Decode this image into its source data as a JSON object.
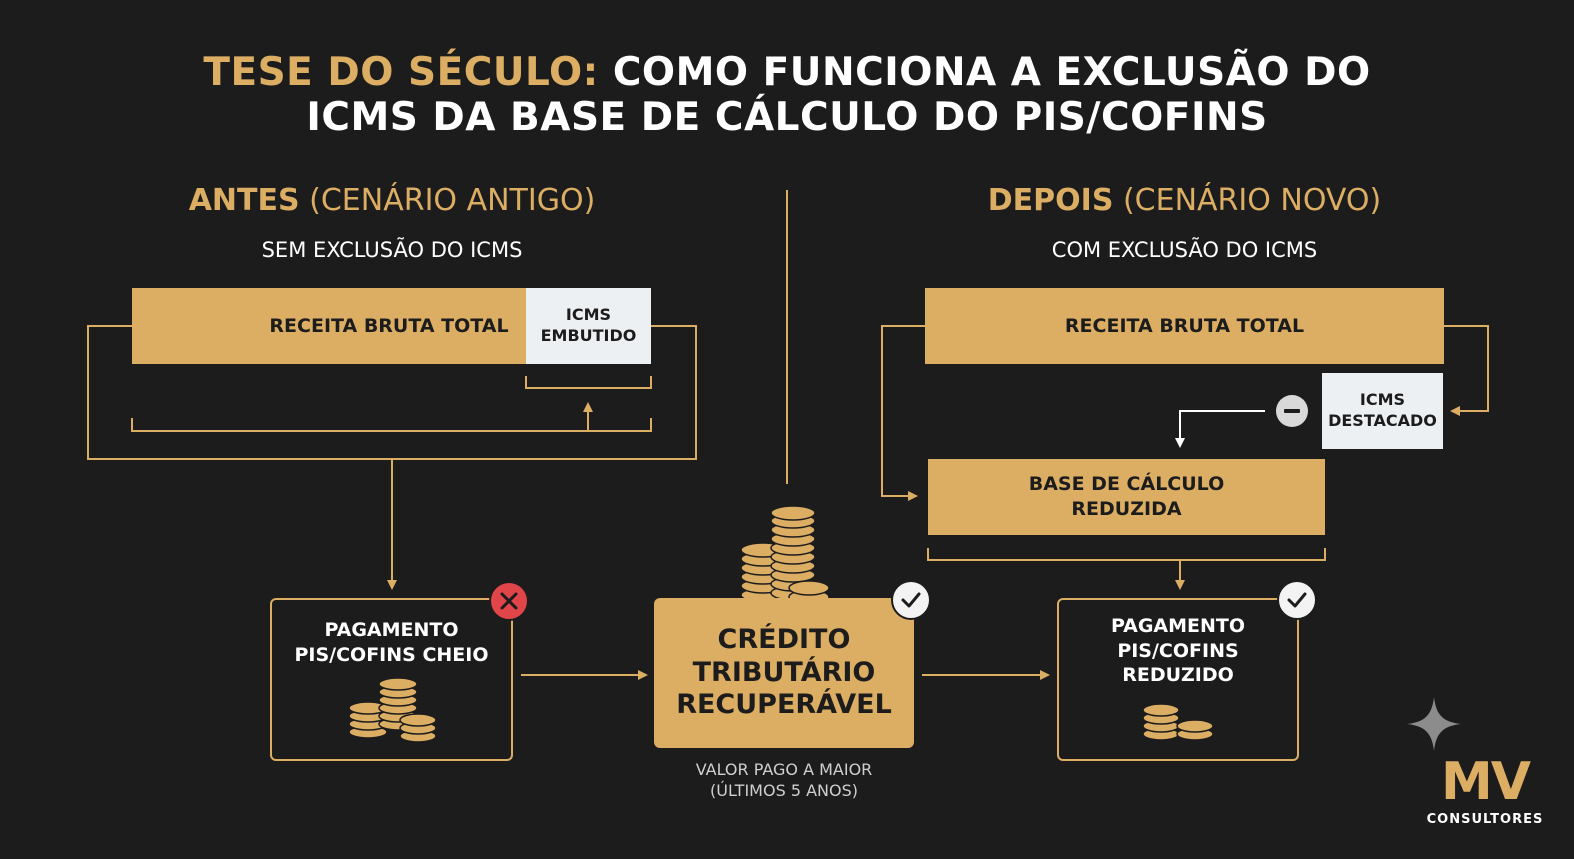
{
  "title": {
    "line1_accent": "TESE DO SÉCULO:",
    "line1_rest": "COMO FUNCIONA A EXCLUSÃO DO",
    "line2": "ICMS DA BASE DE CÁLCULO DO PIS/COFINS"
  },
  "left": {
    "scenario_bold": "ANTES",
    "scenario_rest": "(CENÁRIO ANTIGO)",
    "subtitle": "SEM EXCLUSÃO DO ICMS",
    "bar_label": "RECEITA BRUTA TOTAL",
    "icms_line1": "ICMS",
    "icms_line2": "EMBUTIDO",
    "payment_line1": "PAGAMENTO",
    "payment_line2": "PIS/COFINS CHEIO",
    "status_icon": "x-icon"
  },
  "right": {
    "scenario_bold": "DEPOIS",
    "scenario_rest": "(CENÁRIO NOVO)",
    "subtitle": "COM EXCLUSÃO DO ICMS",
    "bar_label": "RECEITA BRUTA TOTAL",
    "icms_line1": "ICMS",
    "icms_line2": "DESTACADO",
    "base_line1": "BASE DE CÁLCULO",
    "base_line2": "REDUZIDA",
    "payment_line1": "PAGAMENTO",
    "payment_line2": "PIS/COFINS",
    "payment_line3": "REDUZIDO",
    "status_icon": "check-icon"
  },
  "center": {
    "credit_line1": "CRÉDITO",
    "credit_line2": "TRIBUTÁRIO",
    "credit_line3": "RECUPERÁVEL",
    "caption_line1": "VALOR PAGO A MAIOR",
    "caption_line2": "(ÚLTIMOS 5 ANOS)",
    "status_icon": "check-icon"
  },
  "logo": {
    "mark": "MV",
    "name": "CONSULTORES"
  },
  "colors": {
    "background": "#1d1c1d",
    "gold": "#dcae63",
    "light_box": "#edf0f3",
    "error_red": "#e0454a"
  }
}
